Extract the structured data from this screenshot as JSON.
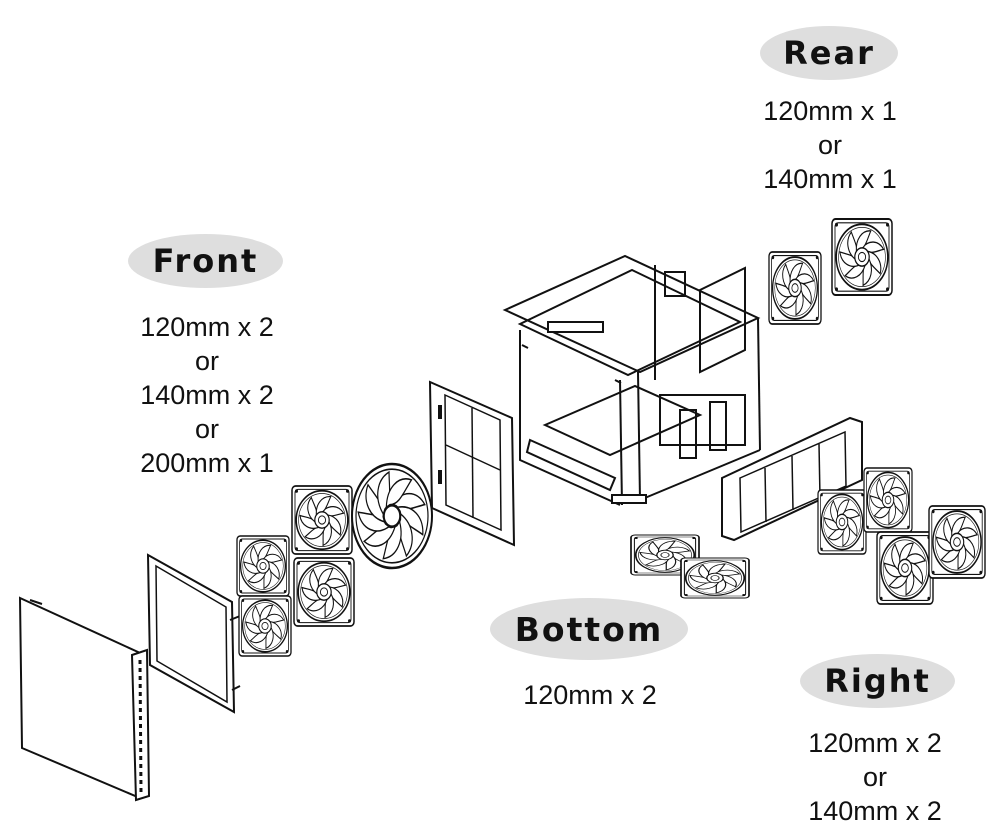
{
  "labels": {
    "rear": "Rear",
    "front": "Front",
    "bottom": "Bottom",
    "right": "Right"
  },
  "specs": {
    "rear": [
      "120mm x 1",
      "or",
      "140mm x 1"
    ],
    "front": [
      "120mm x 2",
      "or",
      "140mm x 2",
      "or",
      "200mm x 1"
    ],
    "bottom": [
      "120mm x 2"
    ],
    "right": [
      "120mm x 2",
      "or",
      "140mm x 2"
    ]
  },
  "colors": {
    "label_fill": "#dedede",
    "ink": "#111111"
  }
}
